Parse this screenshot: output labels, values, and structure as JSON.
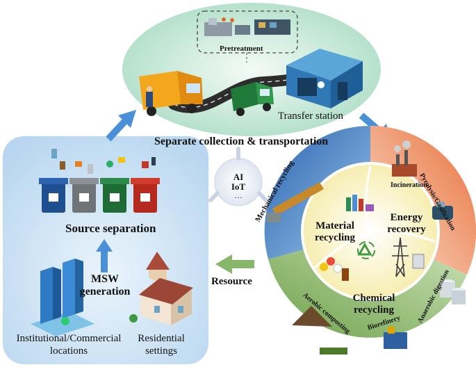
{
  "top": {
    "pretreatment": "Pretreatment",
    "transfer_station": "Transfer station",
    "caption": "Separate collection & transportation"
  },
  "center": {
    "ai": "AI",
    "iot": "IoT",
    "more": "…"
  },
  "left": {
    "source_separation": "Source separation",
    "msw_line1": "MSW",
    "msw_line2": "generation",
    "institutional_line1": "Institutional/Commercial",
    "institutional_line2": "locations",
    "residential_line1": "Residential",
    "residential_line2": "settings"
  },
  "resource": "Resource",
  "circle": {
    "material_line1": "Material",
    "material_line2": "recycling",
    "energy_line1": "Energy",
    "energy_line2": "recovery",
    "chemical_line1": "Chemical",
    "chemical_line2": "recycling",
    "mechanical": "Mechanical recycling",
    "incineration": "Incineration",
    "pyrolysis": "Pyrolysis/Gasification",
    "anaerobic": "Anaerobic digestion",
    "biorefinery": "Biorefinery",
    "aerobic": "Aerobic composting"
  },
  "colors": {
    "left_panel": "#c9e2f5",
    "top_oval": "#bfe6d4",
    "blue_sector": "#3f7fc6",
    "orange_sector": "#ee8a55",
    "green_sector": "#8fb96a",
    "inner_circle": "#fbf6c8",
    "arrow_blue": "#4a90d9",
    "arrow_green": "#86b76a"
  },
  "icons": [
    "garbage-truck-icon",
    "recycling-truck-icon",
    "building-icon",
    "sorting-bins-icon",
    "office-tower-icon",
    "house-icon",
    "factory-icon",
    "recycle-symbol-icon",
    "power-tower-icon"
  ]
}
